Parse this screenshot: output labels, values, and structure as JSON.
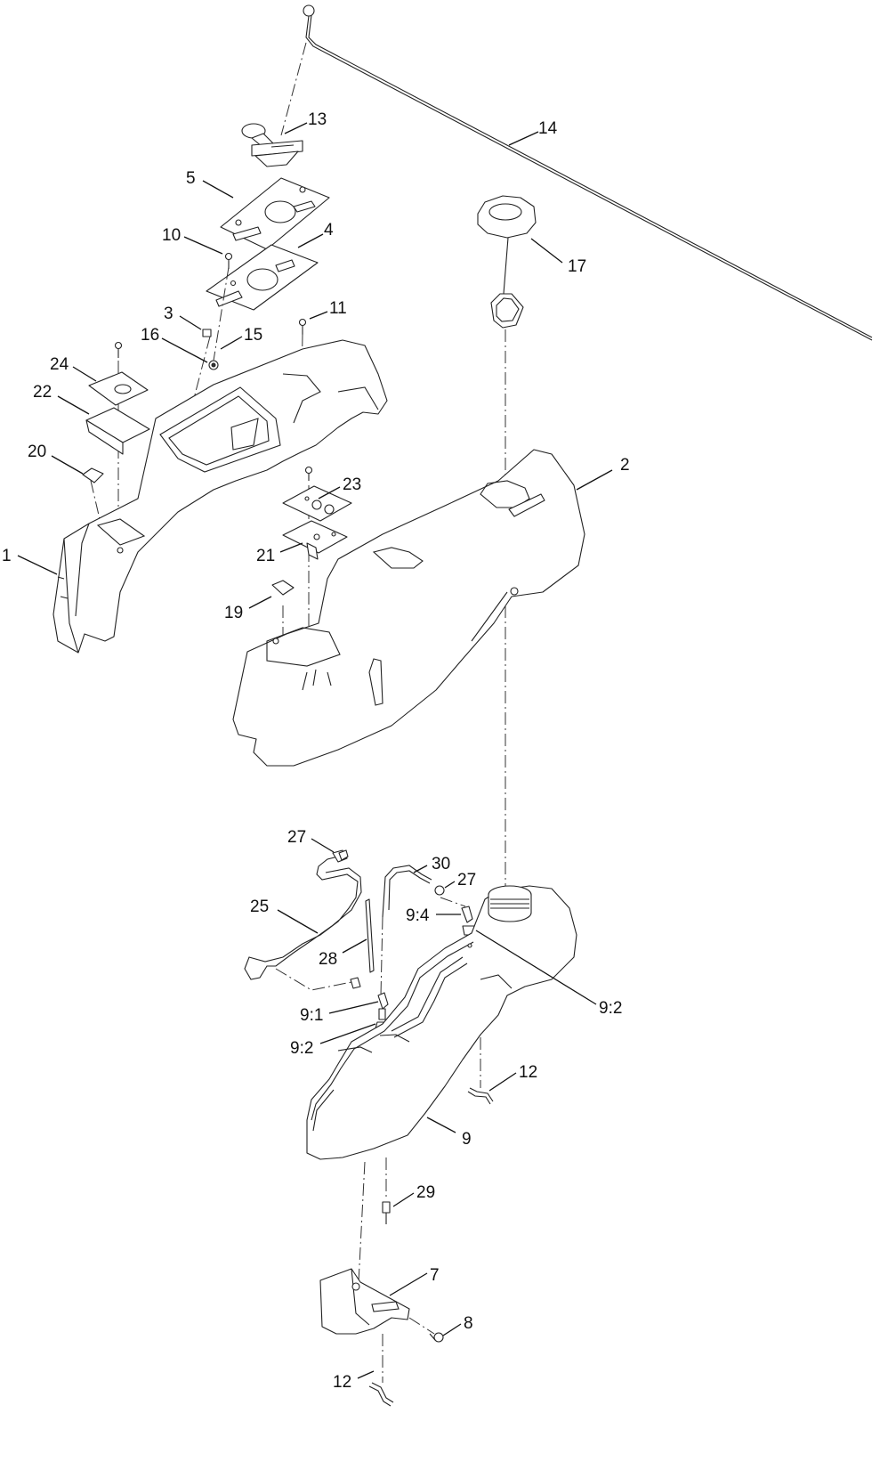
{
  "callouts": {
    "c1": "1",
    "c2": "2",
    "c3": "3",
    "c4": "4",
    "c5": "5",
    "c7": "7",
    "c8": "8",
    "c9": "9",
    "c9_1": "9:1",
    "c9_2a": "9:2",
    "c9_2b": "9:2",
    "c9_4": "9:4",
    "c10": "10",
    "c11": "11",
    "c12a": "12",
    "c12b": "12",
    "c13": "13",
    "c14": "14",
    "c15": "15",
    "c16": "16",
    "c17": "17",
    "c19": "19",
    "c20": "20",
    "c21": "21",
    "c22": "22",
    "c23": "23",
    "c24": "24",
    "c25": "25",
    "c27a": "27",
    "c27b": "27",
    "c28": "28",
    "c29": "29",
    "c30": "30"
  }
}
